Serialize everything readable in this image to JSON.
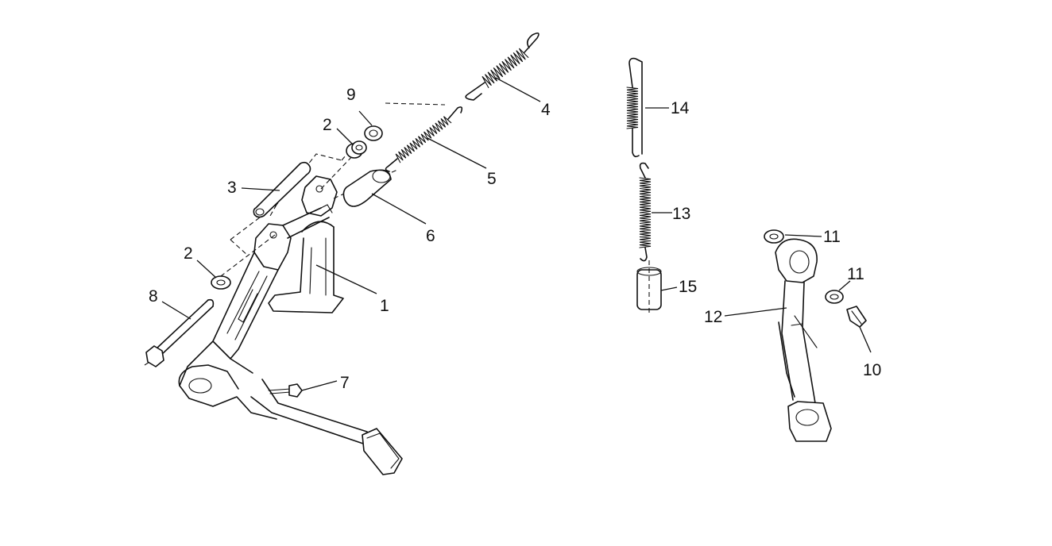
{
  "diagram": {
    "callouts": [
      {
        "id": "c1",
        "label": "1"
      },
      {
        "id": "c2a",
        "label": "2"
      },
      {
        "id": "c2b",
        "label": "2"
      },
      {
        "id": "c3",
        "label": "3"
      },
      {
        "id": "c4",
        "label": "4"
      },
      {
        "id": "c5",
        "label": "5"
      },
      {
        "id": "c6",
        "label": "6"
      },
      {
        "id": "c7",
        "label": "7"
      },
      {
        "id": "c8",
        "label": "8"
      },
      {
        "id": "c9",
        "label": "9"
      },
      {
        "id": "c10",
        "label": "10"
      },
      {
        "id": "c11a",
        "label": "11"
      },
      {
        "id": "c11b",
        "label": "11"
      },
      {
        "id": "c12",
        "label": "12"
      },
      {
        "id": "c13",
        "label": "13"
      },
      {
        "id": "c14",
        "label": "14"
      },
      {
        "id": "c15",
        "label": "15"
      }
    ]
  }
}
